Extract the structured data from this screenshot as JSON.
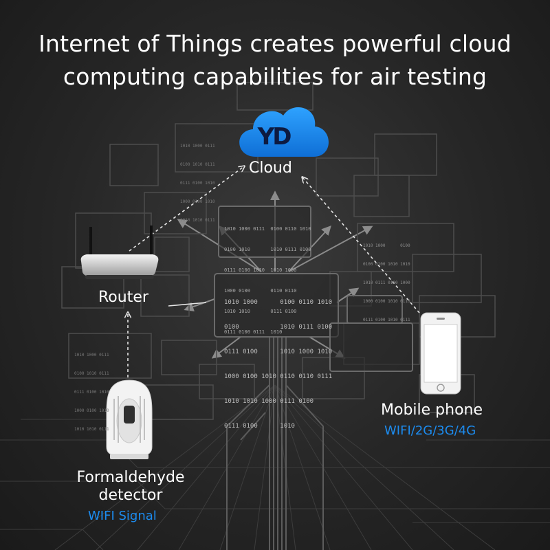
{
  "title": {
    "line1": "Internet of Things creates powerful cloud",
    "line2": "computing capabilities for air testing"
  },
  "cloud": {
    "label": "Cloud",
    "logo_text": "YD",
    "color": "#1c8cf0"
  },
  "router": {
    "label": "Router"
  },
  "phone": {
    "label": "Mobile phone",
    "connectivity": "WIFI/2G/3G/4G"
  },
  "detector": {
    "label_line1": "Formaldehyde",
    "label_line2": "detector",
    "signal": "WIFI Signal"
  },
  "colors": {
    "background": "#1e1e1e",
    "accent": "#1c8cf0",
    "text": "#ffffff"
  },
  "binary_center": [
    "1010 1000      0100 0110 1010",
    "0100           1010 0111 0100",
    "0111 0100      1010 1000 1010",
    "1000 0100 1010 0110 0110 0111",
    "1010 1010 1000 0111 0100",
    "0111 0100      1010"
  ],
  "binary_top": [
    "1010 1000 0111  0100 0110 1010",
    "0100 1010       1010 0111 0100",
    "0111 0100 1010  1010 1000",
    "1000 0100       0110 0110",
    "1010 1010       0111 0100",
    "0111 0100 0111  1010"
  ],
  "binary_right": [
    "1010 1000      0100",
    "0100 0100 1010 1010",
    "1010 0111 0100 1000",
    "1000 0100 1010 0110",
    "0111 0100 1010 0111"
  ],
  "binary_small": [
    "1010 1000 0111",
    "0100 1010 0111",
    "0111 0100 1010",
    "1000 0100 1010",
    "1010 1010 0111"
  ]
}
